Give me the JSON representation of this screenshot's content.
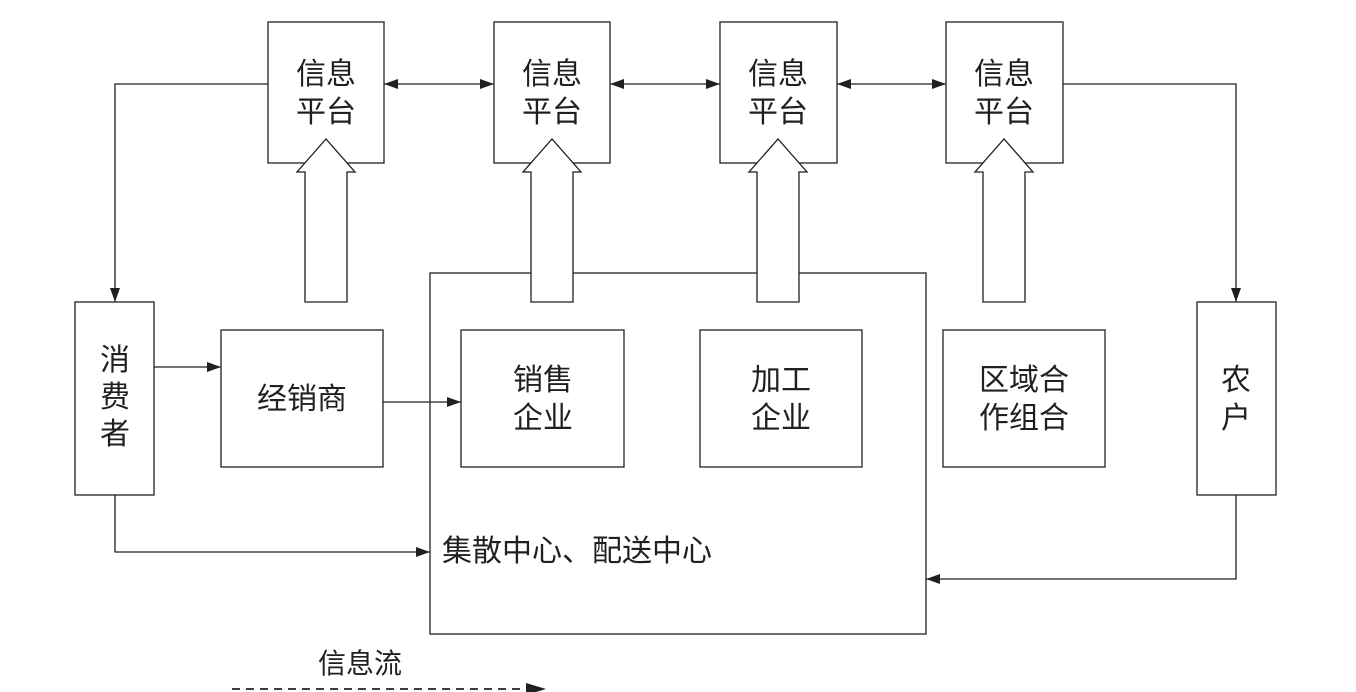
{
  "info_platforms": [
    {
      "line1": "信息",
      "line2": "平台"
    },
    {
      "line1": "信息",
      "line2": "平台"
    },
    {
      "line1": "信息",
      "line2": "平台"
    },
    {
      "line1": "信息",
      "line2": "平台"
    }
  ],
  "consumer": {
    "c1": "消",
    "c2": "费",
    "c3": "者"
  },
  "distributor": {
    "label": "经销商"
  },
  "sales_enterprise": {
    "line1": "销售",
    "line2": "企业"
  },
  "processing_enterprise": {
    "line1": "加工",
    "line2": "企业"
  },
  "regional_cooperative": {
    "line1": "区域合",
    "line2": "作组合"
  },
  "farmer": {
    "c1": "农",
    "c2": "户"
  },
  "center": {
    "label": "集散中心、配送中心"
  },
  "legend": {
    "info_flow": "信息流"
  }
}
